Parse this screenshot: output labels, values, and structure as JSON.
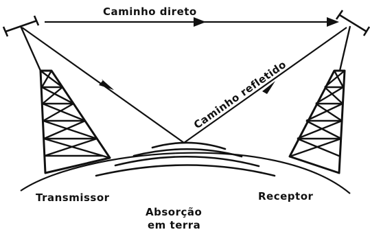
{
  "labels": {
    "direct_path": "Caminho direto",
    "reflected_path": "Caminho refletido",
    "transmitter": "Transmissor",
    "receiver": "Receptor",
    "absorption_line1": "Absorção",
    "absorption_line2": "em terra"
  },
  "colors": {
    "ink": "#111111",
    "paper": "#ffffff"
  }
}
